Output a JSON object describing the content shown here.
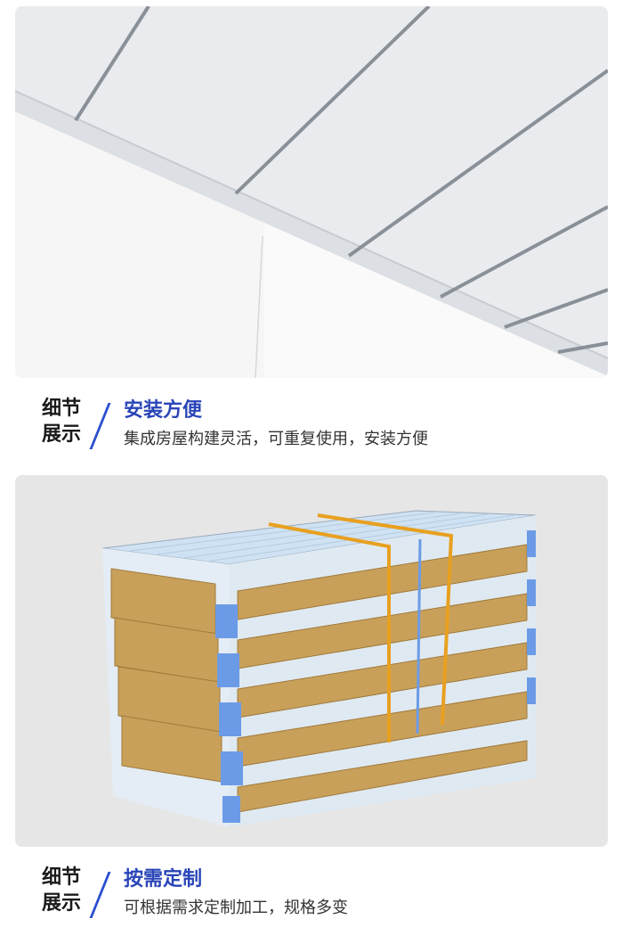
{
  "sections": [
    {
      "tag_line1": "细节",
      "tag_line2": "展示",
      "title": "安装方便",
      "subtitle": "集成房屋构建灵活，可重复使用，安装方便",
      "image": "ceiling-panel-detail-photo"
    },
    {
      "tag_line1": "细节",
      "tag_line2": "展示",
      "title": "按需定制",
      "subtitle": "可根据需求定制加工，规格多变",
      "image": "folded-container-stack-render"
    }
  ],
  "colors": {
    "accent": "#2a45b8",
    "slash": "#2b4fd0",
    "strap": "#e8a020",
    "frame_blue": "#6b9be6",
    "wood": "#c9a05a"
  }
}
